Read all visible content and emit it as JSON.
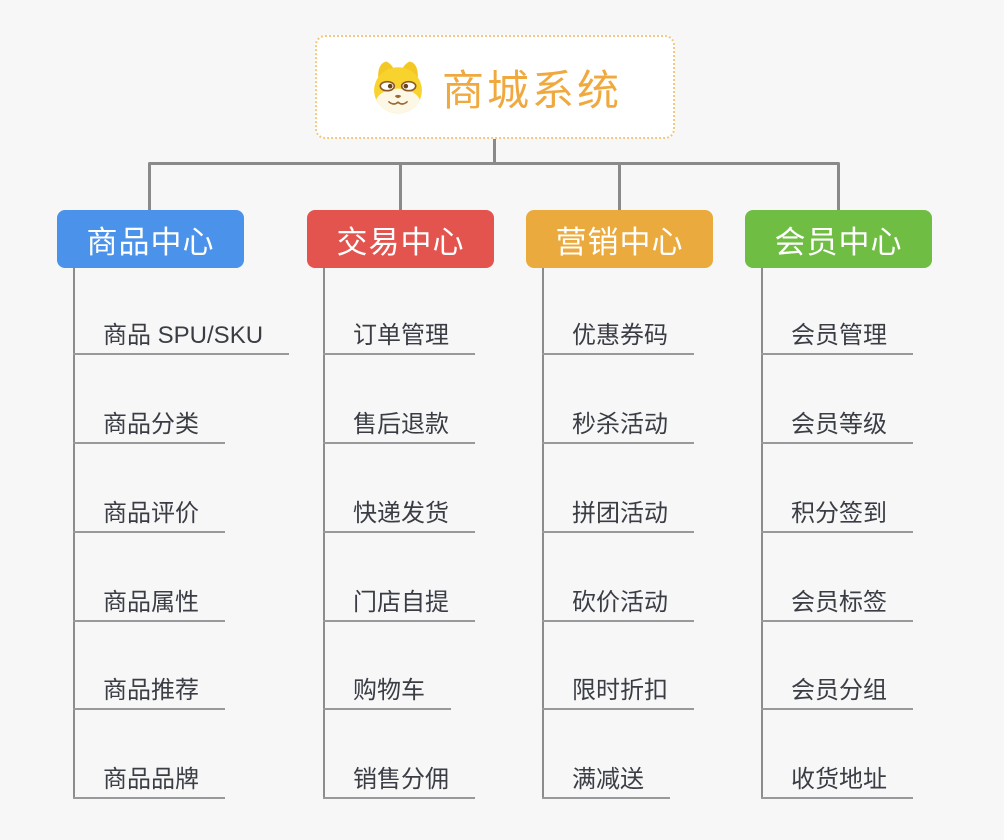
{
  "page": {
    "background": "#f7f7f8"
  },
  "root": {
    "title": "商城系统",
    "icon": "dog-face-icon",
    "text_color": "#efa93f",
    "border_color": "#f5c87d",
    "fill": "#ffffff"
  },
  "connector_color": "#8a8a8a",
  "branches": [
    {
      "label": "商品中心",
      "color": "#4b92ea",
      "items": [
        "商品 SPU/SKU",
        "商品分类",
        "商品评价",
        "商品属性",
        "商品推荐",
        "商品品牌"
      ]
    },
    {
      "label": "交易中心",
      "color": "#e4544f",
      "items": [
        "订单管理",
        "售后退款",
        "快递发货",
        "门店自提",
        "购物车",
        "销售分佣"
      ]
    },
    {
      "label": "营销中心",
      "color": "#ebaa3d",
      "items": [
        "优惠券码",
        "秒杀活动",
        "拼团活动",
        "砍价活动",
        "限时折扣",
        "满减送"
      ]
    },
    {
      "label": "会员中心",
      "color": "#6fbe43",
      "items": [
        "会员管理",
        "会员等级",
        "积分签到",
        "会员标签",
        "会员分组",
        "收货地址"
      ]
    }
  ]
}
